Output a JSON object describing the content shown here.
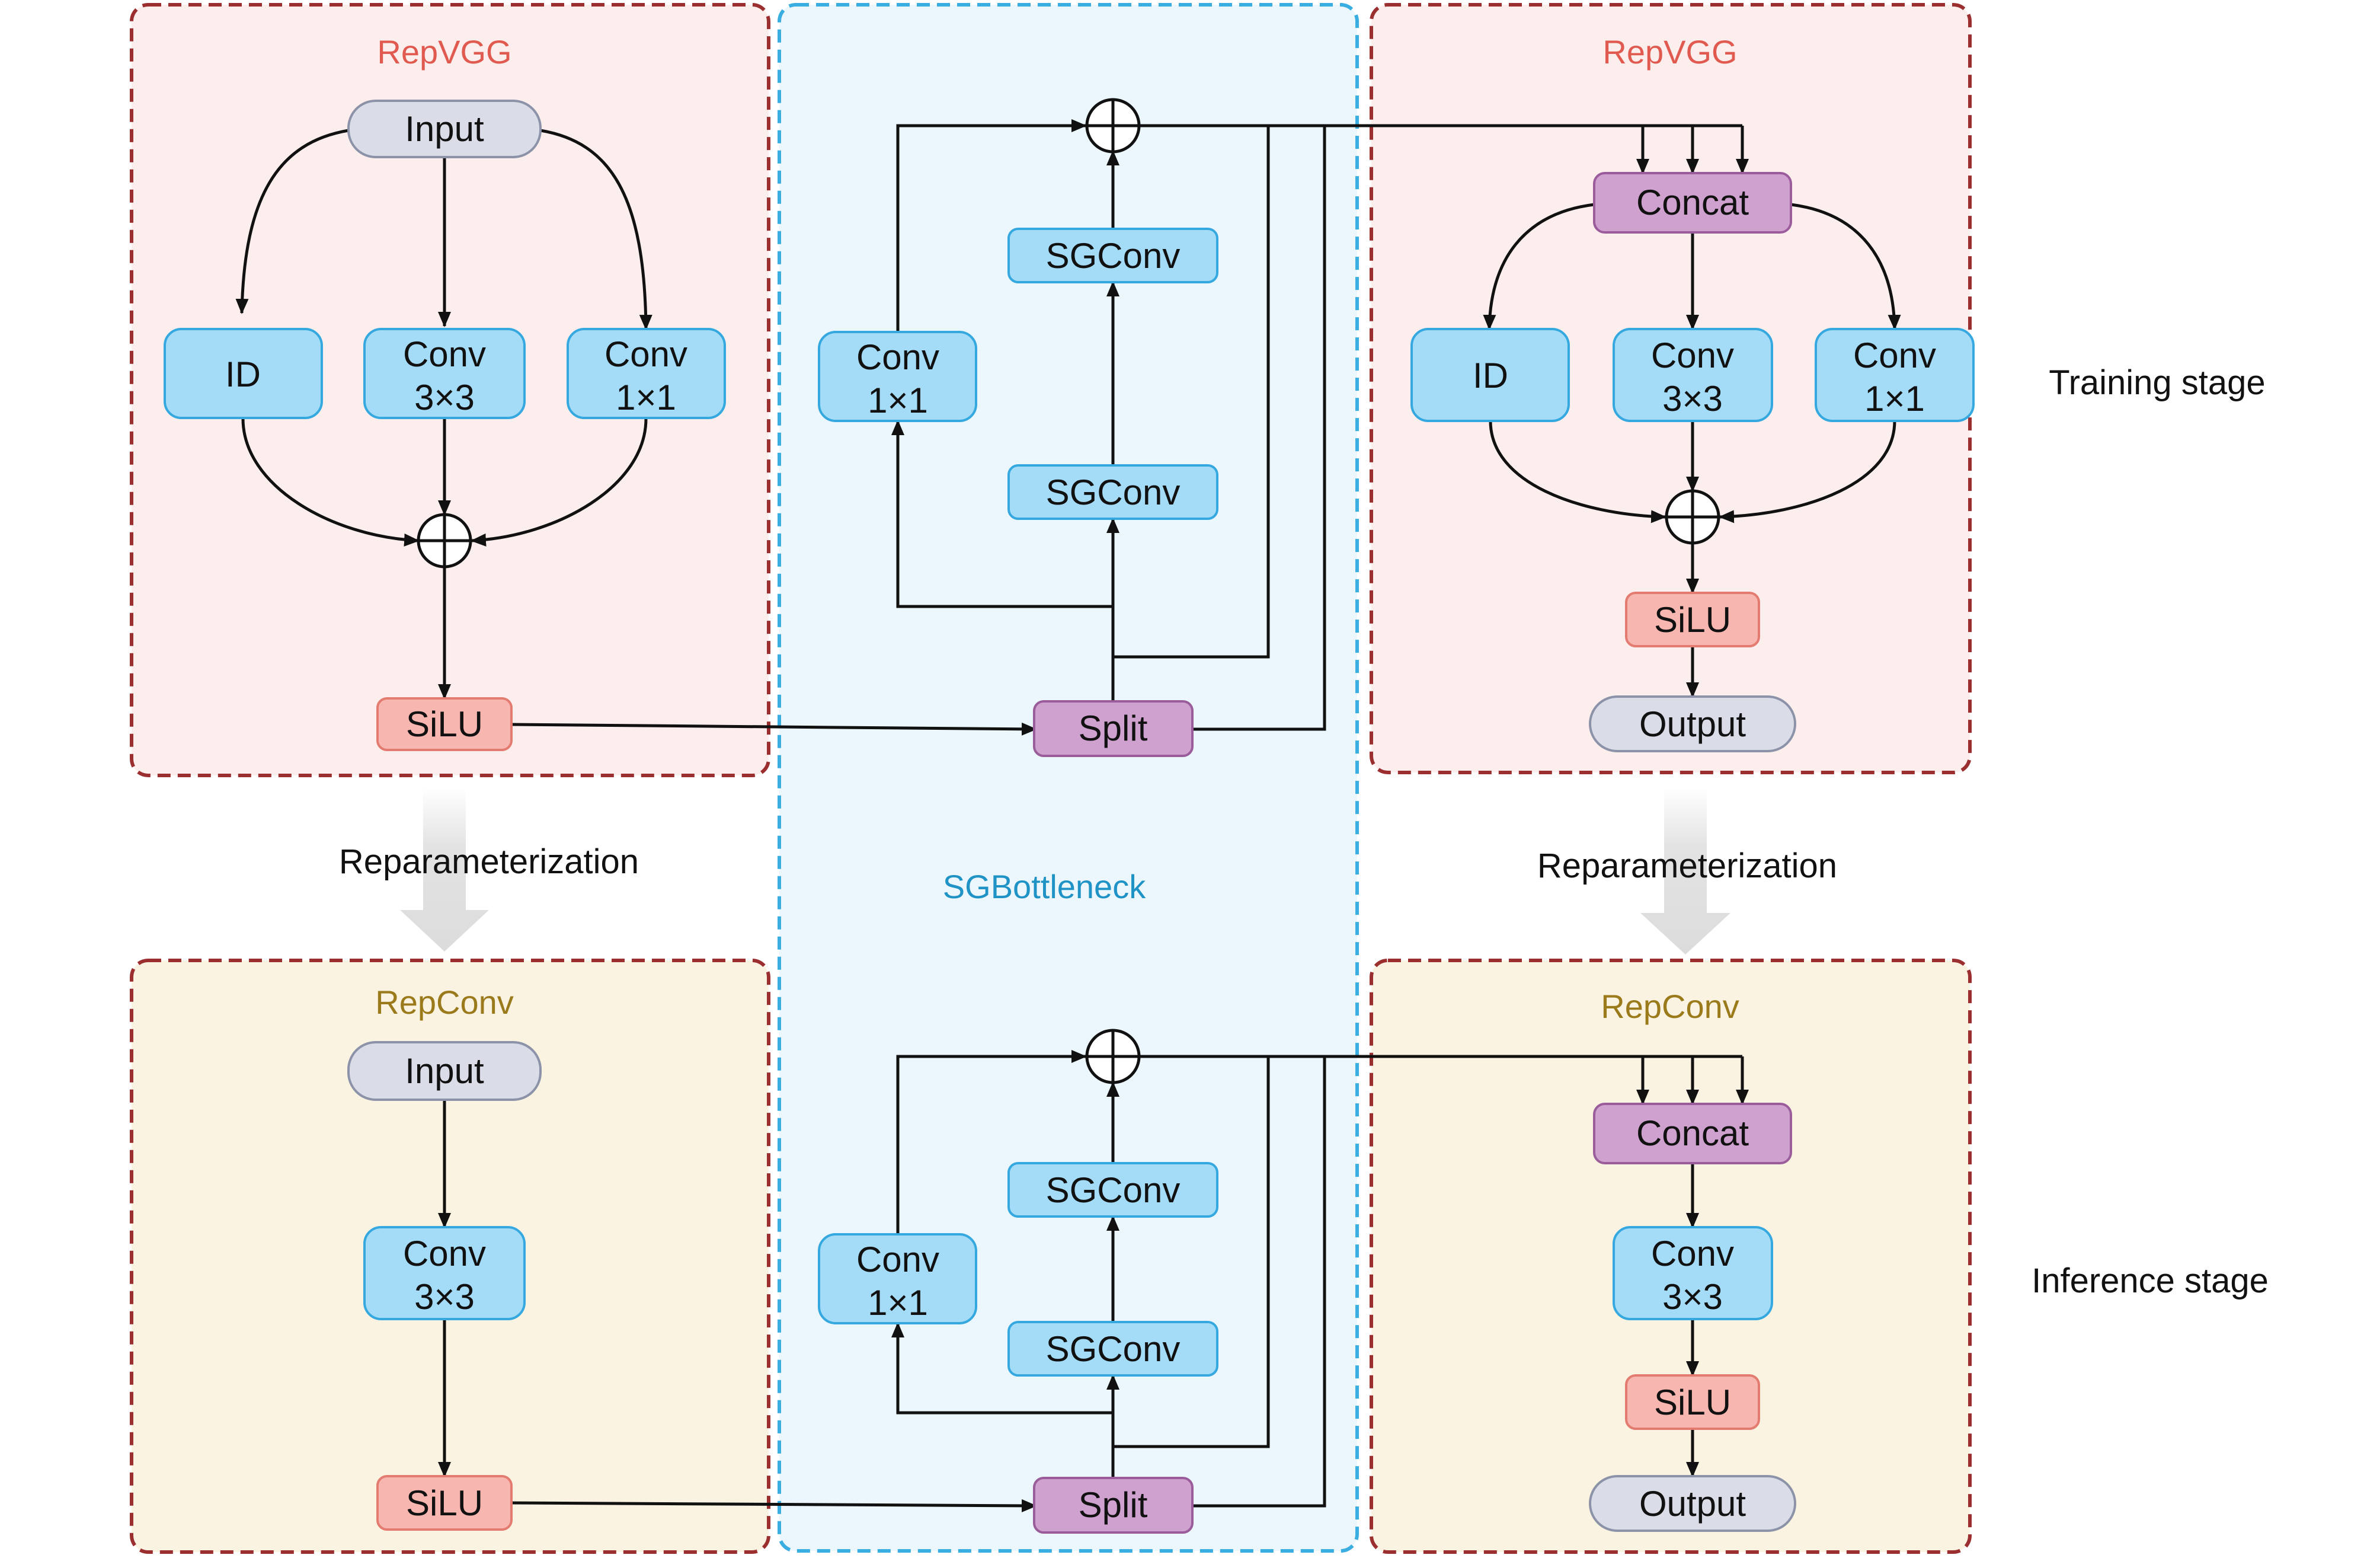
{
  "regions": {
    "repvgg_left": {
      "title": "RepVGG"
    },
    "repvgg_right": {
      "title": "RepVGG"
    },
    "sgbottleneck": {
      "title": "SGBottleneck"
    },
    "repconv_left": {
      "title": "RepConv"
    },
    "repconv_right": {
      "title": "RepConv"
    }
  },
  "nodes": {
    "tl_input": "Input",
    "tl_id": "ID",
    "tl_conv3_a": "Conv",
    "tl_conv3_b": "3×3",
    "tl_conv1_a": "Conv",
    "tl_conv1_b": "1×1",
    "tl_silu": "SiLU",
    "tm_conv1_a": "Conv",
    "tm_conv1_b": "1×1",
    "tm_sgconv_top": "SGConv",
    "tm_sgconv_bottom": "SGConv",
    "tm_split": "Split",
    "tr_concat": "Concat",
    "tr_id": "ID",
    "tr_conv3_a": "Conv",
    "tr_conv3_b": "3×3",
    "tr_conv1_a": "Conv",
    "tr_conv1_b": "1×1",
    "tr_silu": "SiLU",
    "tr_output": "Output",
    "bl_input": "Input",
    "bl_conv3_a": "Conv",
    "bl_conv3_b": "3×3",
    "bl_silu": "SiLU",
    "bm_conv1_a": "Conv",
    "bm_conv1_b": "1×1",
    "bm_sgconv_top": "SGConv",
    "bm_sgconv_bottom": "SGConv",
    "bm_split": "Split",
    "br_concat": "Concat",
    "br_conv3_a": "Conv",
    "br_conv3_b": "3×3",
    "br_silu": "SiLU",
    "br_output": "Output"
  },
  "labels": {
    "reparam_left": "Reparameterization",
    "reparam_right": "Reparameterization",
    "training_stage": "Training stage",
    "inference_stage": "Inference stage"
  },
  "colors": {
    "repvgg_fill": "#fdeeee",
    "repconv_fill": "#faf3e2",
    "sgbottleneck_fill": "#ebf7fc",
    "region_border": "#9b2f2f",
    "sgbottleneck_border": "#3aaee0",
    "repvgg_title": "#e05a50",
    "repconv_title": "#9a7a1a",
    "sgbottleneck_title": "#1f93c6",
    "conv_fill": "#a4dcf7",
    "conv_border": "#35a8e0",
    "purple_fill": "#cfa1cf",
    "purple_border": "#9a5c9a",
    "silu_fill": "#f8b6b0",
    "silu_border": "#e37b70",
    "io_fill": "#dadde8",
    "io_border": "#8c93a8",
    "reparam_arrow": "#e3e3e3"
  }
}
